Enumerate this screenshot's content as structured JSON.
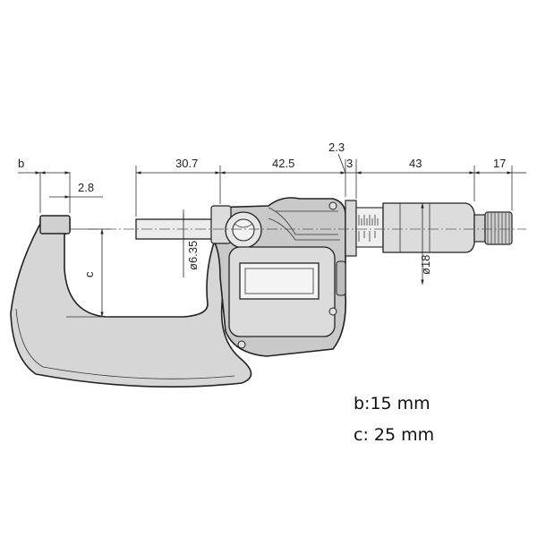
{
  "dimensions": {
    "b": "b",
    "b_offset": "2.8",
    "spindle_len": "30.7",
    "head_len": "42.5",
    "gap_small": "2.3",
    "gap3": "3",
    "sleeve_len": "43",
    "ratchet_len": "17",
    "c": "c",
    "spindle_dia": "ø6.35",
    "thimble_dia": "ø18"
  },
  "legend": {
    "b_value": "b:15 mm",
    "c_value": "c: 25 mm"
  }
}
